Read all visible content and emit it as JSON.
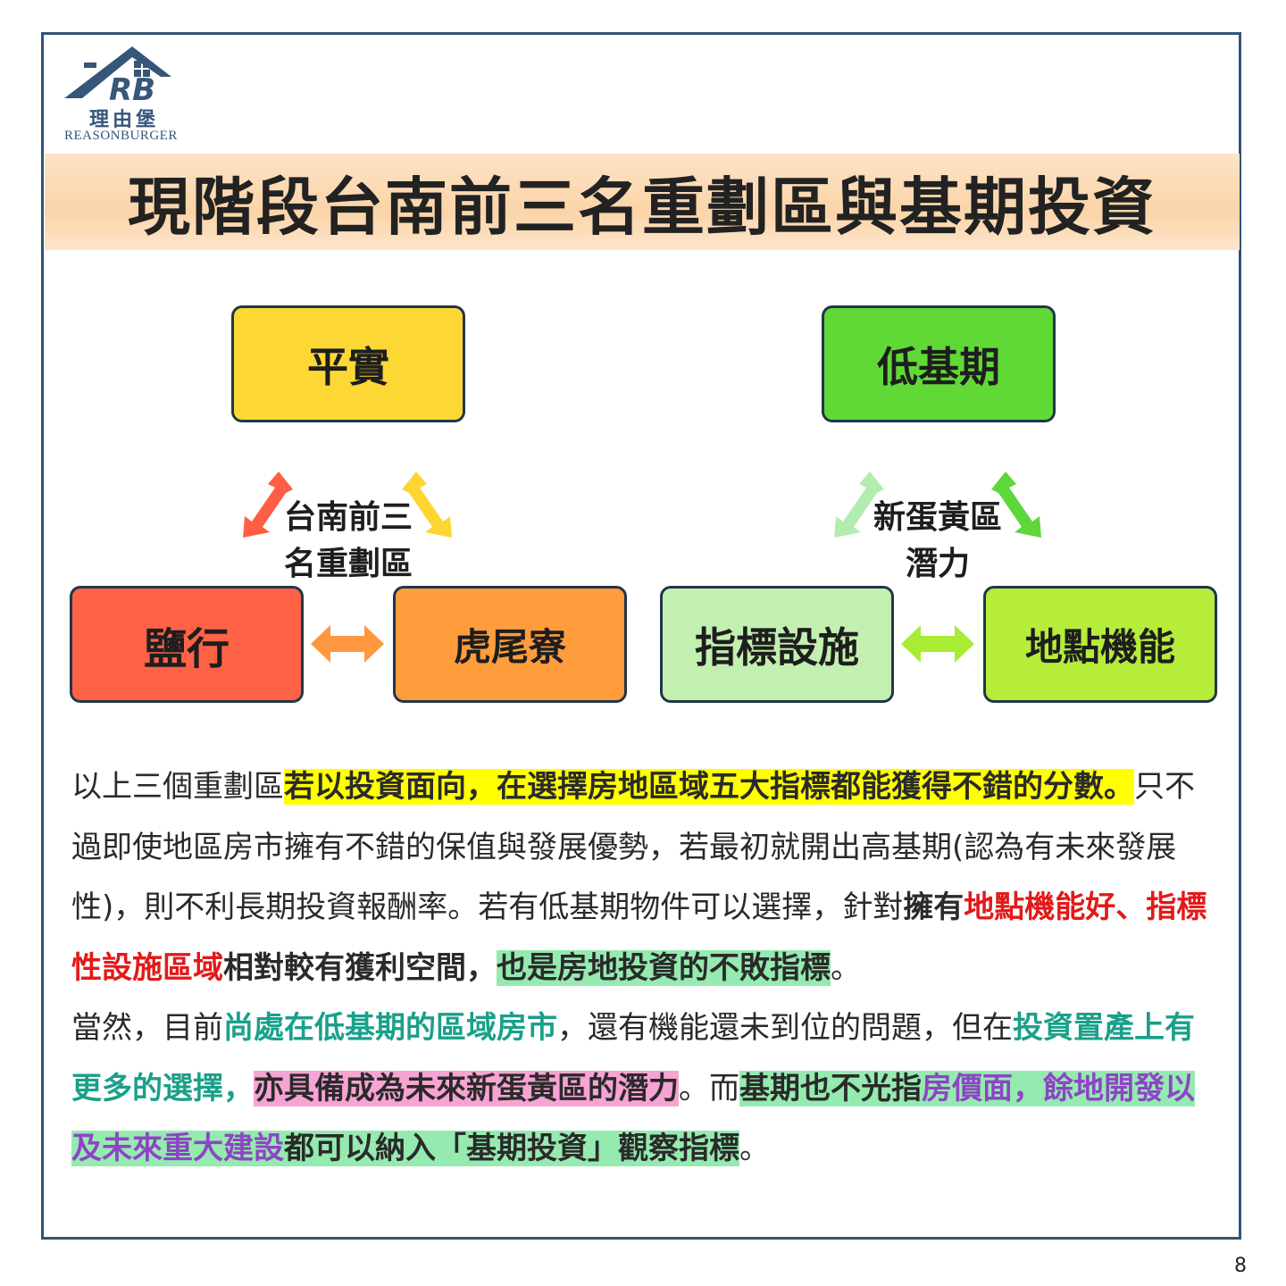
{
  "brand": {
    "logo_letters": "RB",
    "name_cn": "理由堡",
    "name_en": "REASONBURGER"
  },
  "title": "現階段台南前三名重劃區與基期投資",
  "diagram_left": {
    "top": "平實",
    "left": "鹽行",
    "right": "虎尾寮",
    "center_line1": "台南前三",
    "center_line2": "名重劃區"
  },
  "diagram_right": {
    "top": "低基期",
    "left": "指標設施",
    "right": "地點機能",
    "center_line1": "新蛋黃區",
    "center_line2": "潛力"
  },
  "para1": {
    "s1": "以上三個重劃區",
    "s2": "若以投資面向，在選擇房地區域五大指標都能獲得不錯的分數。",
    "s3": "只不過即使地區房市擁有不錯的保值與發展優勢，若最初就開出高基期(認為有未來發展性)，則不利長期投資報酬率。若有低基期物件可以選擇，針對",
    "s4": "擁有",
    "s5": "地點機能好、指標性設施區域",
    "s6": "相對較有獲利空間，",
    "s7": "也是房地投資的不敗指標",
    "s8": "。"
  },
  "para2": {
    "s1": "當然，目前",
    "s2": "尚處在低基期的區域房市",
    "s3": "，還有機能還未到位的問題，但在",
    "s4": "投資置產上有更多的選擇，",
    "s5": "亦具備成為未來新蛋黃區的潛力",
    "s6": "。而",
    "s7": "基期也不光指",
    "s8": "房價面，餘地開發以及未來重大建設",
    "s9": "都可以納入「基期投資」觀察指標",
    "s10": "。"
  },
  "page_number": "8",
  "colors": {
    "frame": "#2f5575",
    "pingshi": "#fdd834",
    "yanhang": "#ff6247",
    "huweiliao": "#ff9d3c",
    "low_base": "#60d936",
    "facility": "#c3f0b0",
    "location": "#b6ec3a",
    "highlight_yellow": "#ffff00",
    "highlight_green": "#95eab0",
    "highlight_pink": "#f7a3d3",
    "text_red": "#e31919",
    "text_teal": "#1aa08a",
    "text_purple": "#8e44c6"
  }
}
